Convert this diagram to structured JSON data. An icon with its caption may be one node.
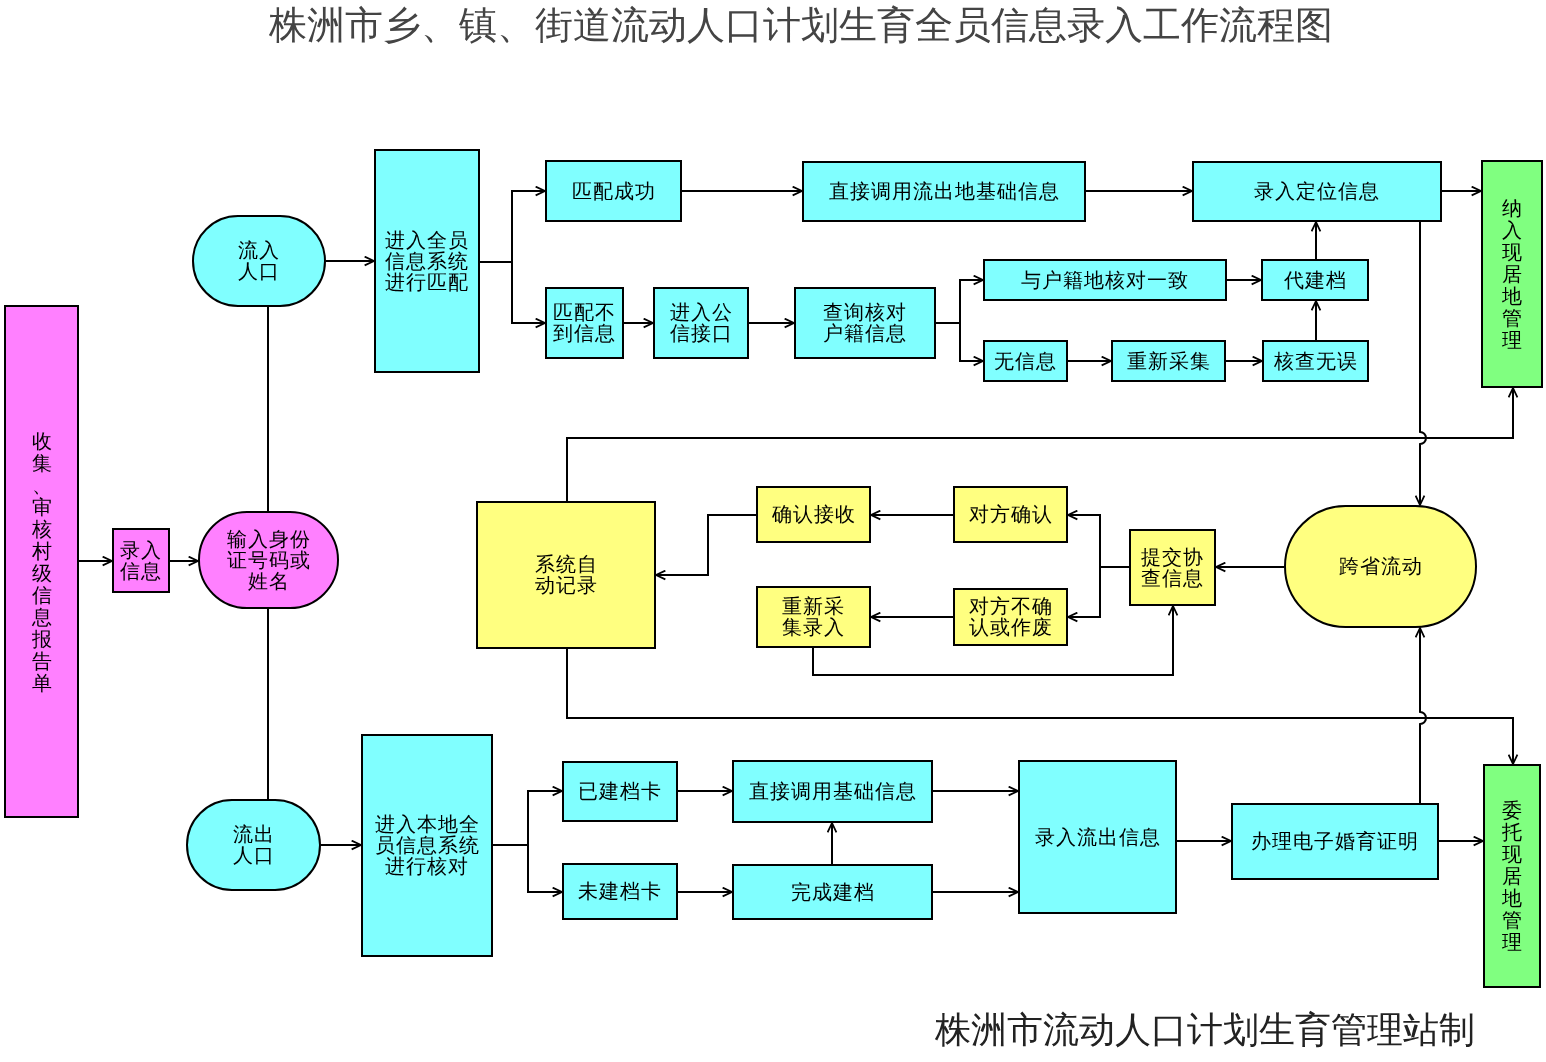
{
  "diagram": {
    "title": "株洲市乡、镇、街道流动人口计划生育全员信息录入工作流程图",
    "caption": "株洲市流动人口计划生育管理站制",
    "nodes": [
      {
        "text": [
          "收集、审核村级信息报告单"
        ]
      },
      {
        "text": [
          "录入信息"
        ]
      },
      {
        "text": [
          "输入身份证号码或姓名"
        ]
      },
      {
        "text": [
          "流入人口"
        ]
      },
      {
        "text": [
          "流出人口"
        ]
      },
      {
        "text": [
          "进入全员信息系统进行匹配"
        ]
      },
      {
        "text": [
          "匹配成功"
        ]
      },
      {
        "text": [
          "直接调用流出地基础信息"
        ]
      },
      {
        "text": [
          "录入定位信息"
        ]
      },
      {
        "text": [
          "纳入现居地管理"
        ]
      },
      {
        "text": [
          "匹配不到信息"
        ]
      },
      {
        "text": [
          "进入公信接口"
        ]
      },
      {
        "text": [
          "查询核对户籍信息"
        ]
      },
      {
        "text": [
          "与户籍地核对一致"
        ]
      },
      {
        "text": [
          "代建档"
        ]
      },
      {
        "text": [
          "无信息"
        ]
      },
      {
        "text": [
          "重新采集"
        ]
      },
      {
        "text": [
          "核查无误"
        ]
      },
      {
        "text": [
          "系统自动记录"
        ]
      },
      {
        "text": [
          "确认接收"
        ]
      },
      {
        "text": [
          "对方确认"
        ]
      },
      {
        "text": [
          "重新采集录入"
        ]
      },
      {
        "text": [
          "对方不确认或作废"
        ]
      },
      {
        "text": [
          "提交协查信息"
        ]
      },
      {
        "text": [
          "跨省流动"
        ]
      },
      {
        "text": [
          "进入本地全员信息系统进行核对"
        ]
      },
      {
        "text": [
          "已建档卡"
        ]
      },
      {
        "text": [
          "直接调用基础信息"
        ]
      },
      {
        "text": [
          "未建档卡"
        ]
      },
      {
        "text": [
          "完成建档"
        ]
      },
      {
        "text": [
          "录入流出信息"
        ]
      },
      {
        "text": [
          "办理电子婚育证明"
        ]
      },
      {
        "text": [
          "委托现居地管理"
        ]
      }
    ],
    "edges": [
      {
        "from": 0,
        "to": 1,
        "arrow": "to"
      },
      {
        "from": 1,
        "to": 2,
        "arrow": "to"
      },
      {
        "from": 2,
        "to": 3,
        "arrow": "none"
      },
      {
        "from": 2,
        "to": 4,
        "arrow": "none"
      },
      {
        "from": 3,
        "to": 5,
        "arrow": "to"
      },
      {
        "from": 5,
        "to": 6,
        "arrow": "to"
      },
      {
        "from": 5,
        "to": 10,
        "arrow": "to"
      },
      {
        "from": 6,
        "to": 7,
        "arrow": "to"
      },
      {
        "from": 7,
        "to": 8,
        "arrow": "to"
      },
      {
        "from": 8,
        "to": 9,
        "arrow": "to"
      },
      {
        "from": 10,
        "to": 11,
        "arrow": "to"
      },
      {
        "from": 11,
        "to": 12,
        "arrow": "to"
      },
      {
        "from": 12,
        "to": 13,
        "arrow": "to"
      },
      {
        "from": 12,
        "to": 15,
        "arrow": "to"
      },
      {
        "from": 13,
        "to": 14,
        "arrow": "to"
      },
      {
        "from": 15,
        "to": 16,
        "arrow": "to"
      },
      {
        "from": 16,
        "to": 17,
        "arrow": "to"
      },
      {
        "from": 17,
        "to": 14,
        "arrow": "to"
      },
      {
        "from": 14,
        "to": 8,
        "arrow": "to"
      },
      {
        "from": 8,
        "to": 24,
        "arrow": "to"
      },
      {
        "from": 18,
        "to": 9,
        "arrow": "to"
      },
      {
        "from": 18,
        "to": 32,
        "arrow": "to"
      },
      {
        "from": 24,
        "to": 23,
        "arrow": "to"
      },
      {
        "from": 23,
        "to": 20,
        "arrow": "to"
      },
      {
        "from": 23,
        "to": 22,
        "arrow": "to"
      },
      {
        "from": 20,
        "to": 19,
        "arrow": "to"
      },
      {
        "from": 19,
        "to": 18,
        "arrow": "to"
      },
      {
        "from": 22,
        "to": 21,
        "arrow": "to"
      },
      {
        "from": 21,
        "to": 23,
        "arrow": "to"
      },
      {
        "from": 31,
        "to": 24,
        "arrow": "to"
      },
      {
        "from": 4,
        "to": 25,
        "arrow": "to"
      },
      {
        "from": 25,
        "to": 26,
        "arrow": "to"
      },
      {
        "from": 25,
        "to": 28,
        "arrow": "to"
      },
      {
        "from": 26,
        "to": 27,
        "arrow": "to"
      },
      {
        "from": 28,
        "to": 29,
        "arrow": "to"
      },
      {
        "from": 29,
        "to": 27,
        "arrow": "to"
      },
      {
        "from": 27,
        "to": 30,
        "arrow": "to"
      },
      {
        "from": 29,
        "to": 30,
        "arrow": "to"
      },
      {
        "from": 30,
        "to": 31,
        "arrow": "to"
      },
      {
        "from": 31,
        "to": 32,
        "arrow": "to"
      }
    ]
  }
}
